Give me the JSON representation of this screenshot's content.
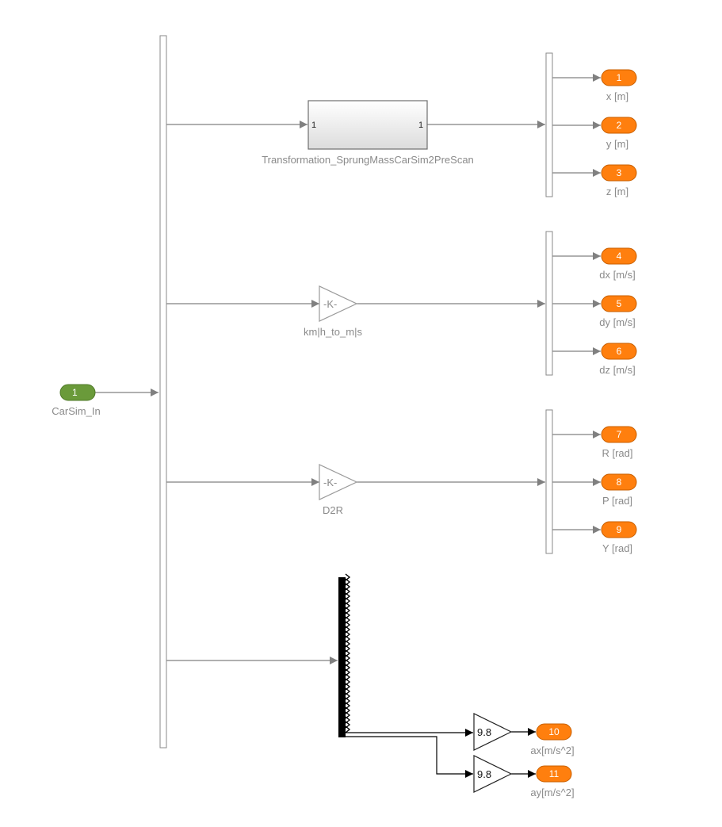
{
  "diagram": {
    "inport": {
      "label": "CarSim_In",
      "color": "#6a9a3a"
    },
    "subsystem": {
      "label": "Transformation_SprungMassCarSim2PreScan",
      "in_port": "1",
      "out_port": "1"
    },
    "gain_km": {
      "text": "-K-",
      "label": "km|h_to_m|s"
    },
    "gain_d2r": {
      "text": "-K-",
      "label": "D2R"
    },
    "gain_ax": {
      "text": "9.8"
    },
    "gain_ay": {
      "text": "9.8"
    },
    "outports": [
      {
        "num": "1",
        "label": "x [m]"
      },
      {
        "num": "2",
        "label": "y [m]"
      },
      {
        "num": "3",
        "label": "z [m]"
      },
      {
        "num": "4",
        "label": "dx [m/s]"
      },
      {
        "num": "5",
        "label": "dy [m/s]"
      },
      {
        "num": "6",
        "label": "dz [m/s]"
      },
      {
        "num": "7",
        "label": "R [rad]"
      },
      {
        "num": "8",
        "label": "P [rad]"
      },
      {
        "num": "9",
        "label": "Y [rad]"
      },
      {
        "num": "10",
        "label": "ax[m/s^2]"
      },
      {
        "num": "11",
        "label": "ay[m/s^2]"
      }
    ],
    "colors": {
      "outport": "#ff7f0e",
      "inport": "#6a9a3a",
      "wire": "#808080"
    }
  }
}
